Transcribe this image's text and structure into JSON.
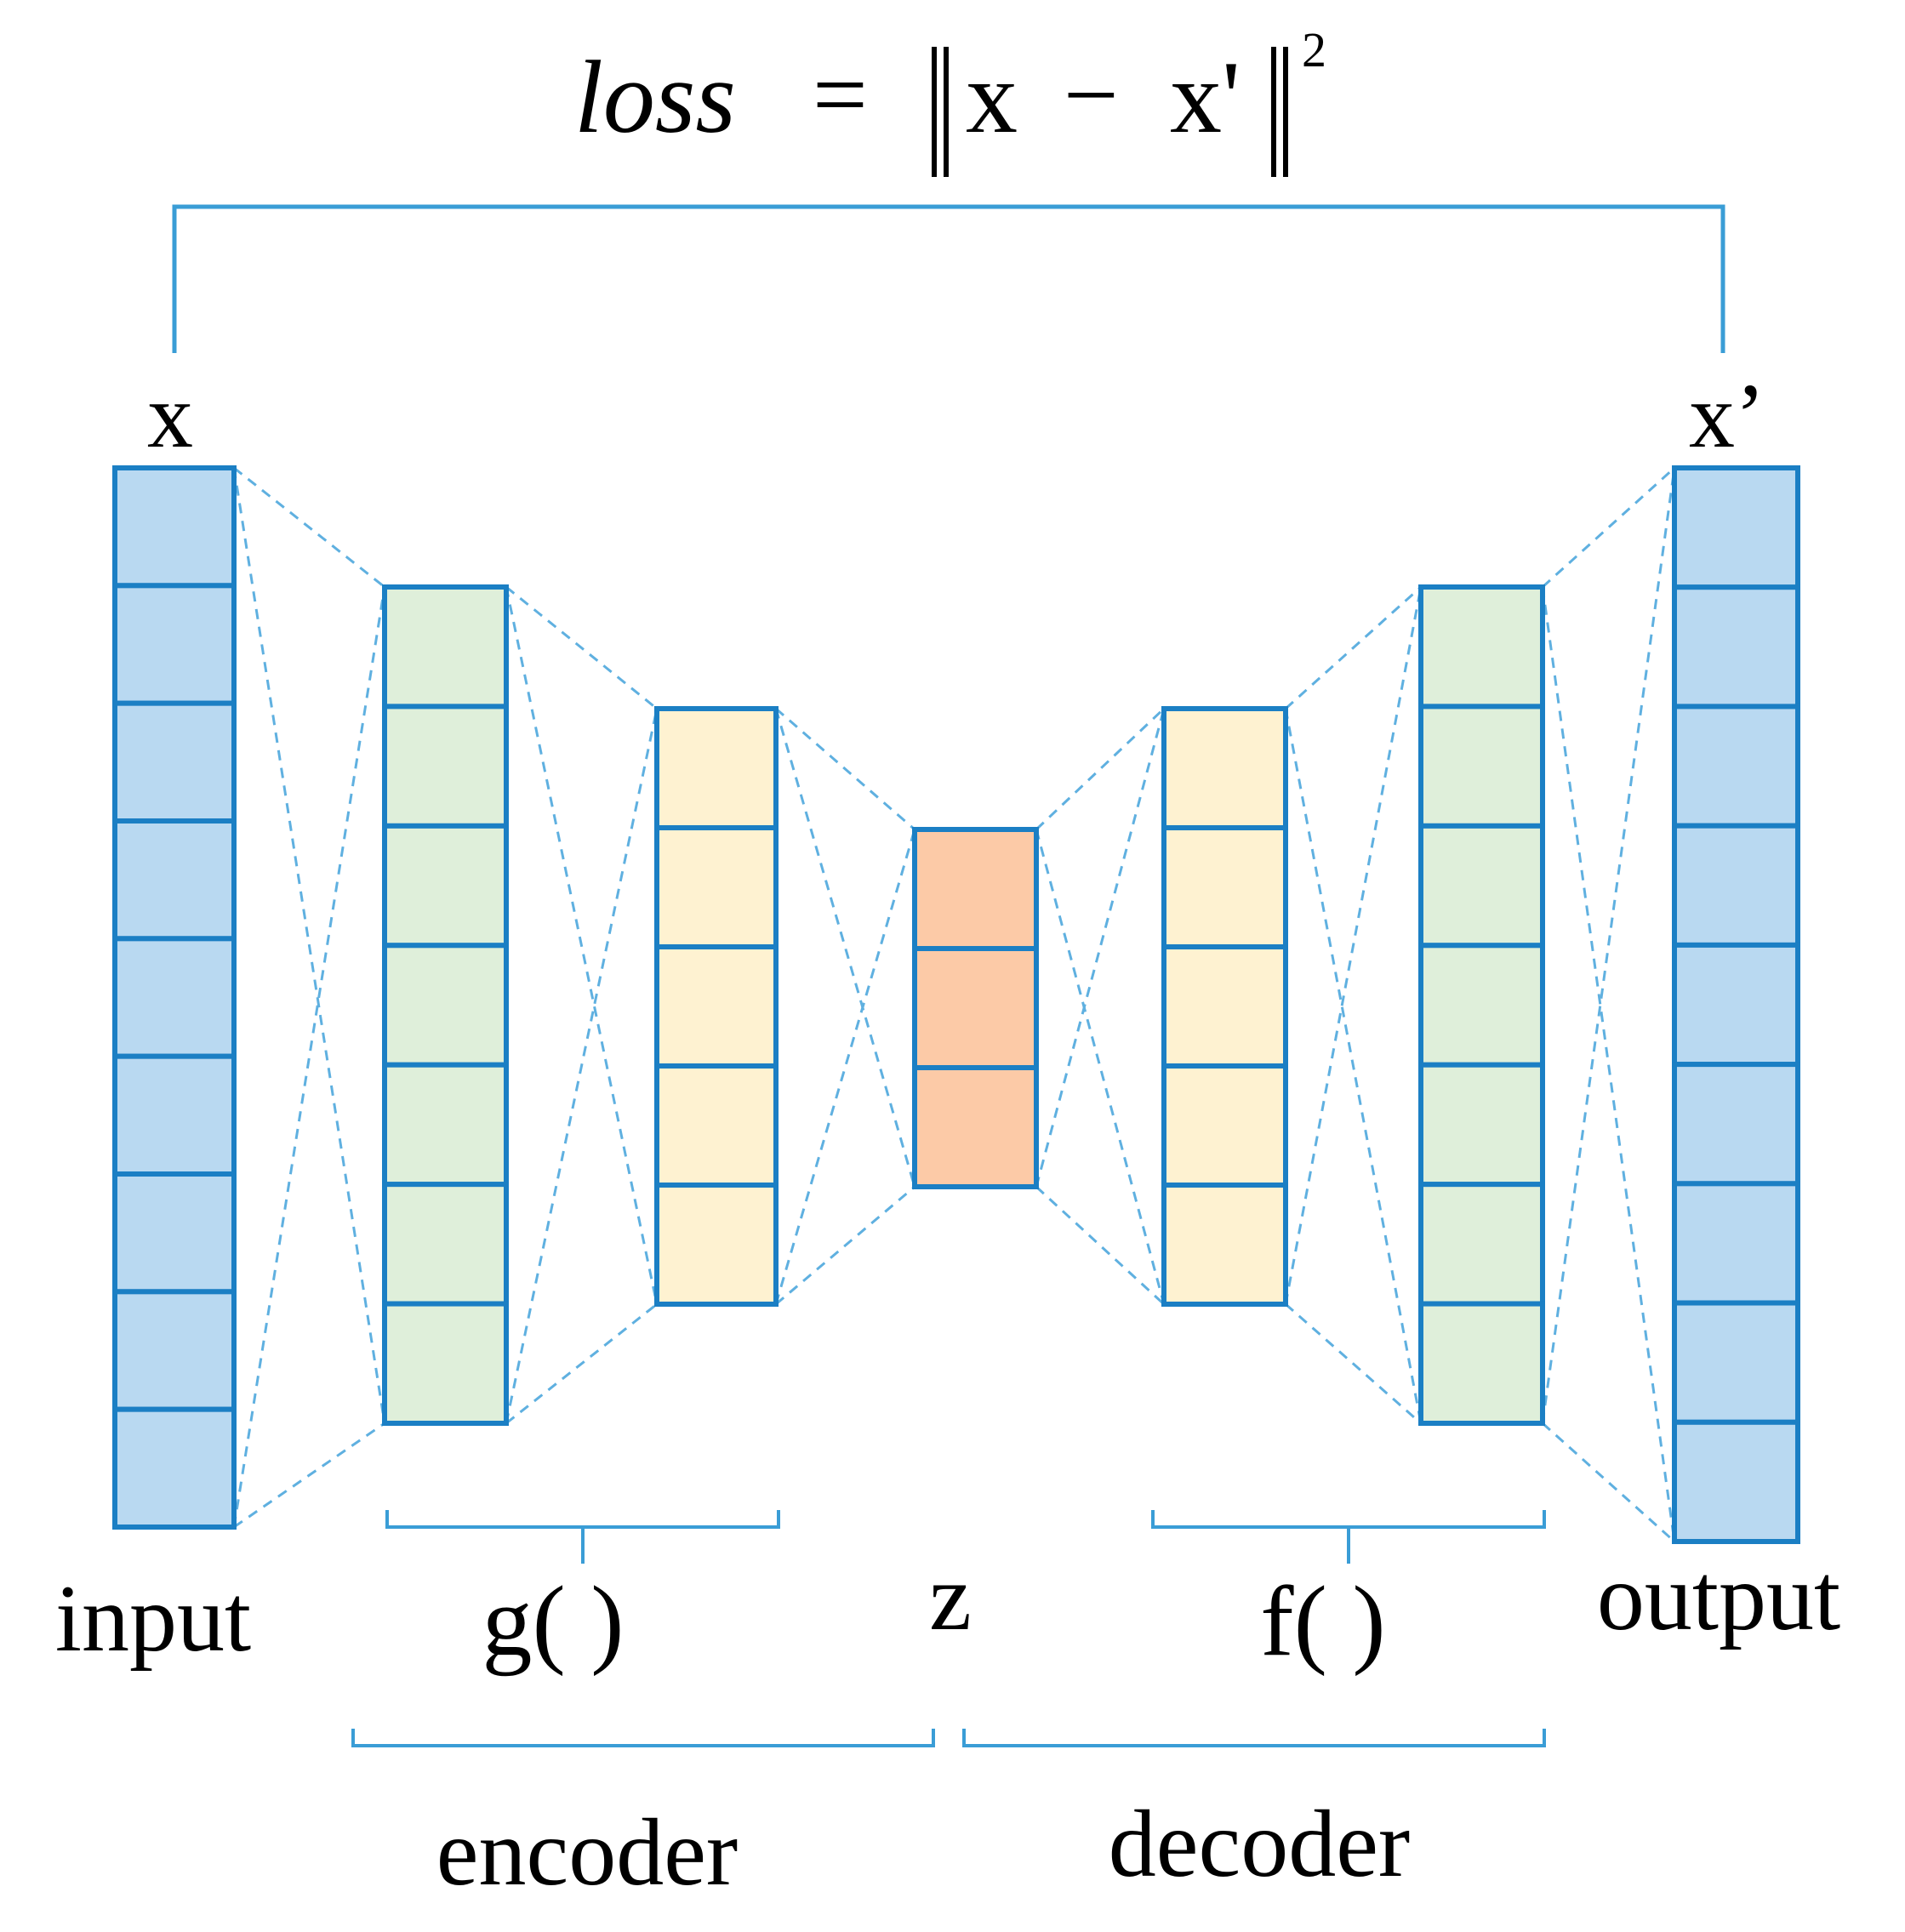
{
  "formula": {
    "loss_word": "loss",
    "equals": "=",
    "lhs_x": "x",
    "minus": "−",
    "rhs_x": "x'",
    "exponent": "2"
  },
  "labels": {
    "x": "x",
    "x_prime": "x’",
    "input": "input",
    "g": "g( )",
    "z": "z",
    "f": "f( )",
    "output": "output",
    "encoder": "encoder",
    "decoder": "decoder"
  },
  "layers": [
    {
      "name": "input-layer",
      "units": 9,
      "fill_color": "#b9d9f1"
    },
    {
      "name": "encoder-hidden-layer-1",
      "units": 7,
      "fill_color": "#dfefda"
    },
    {
      "name": "encoder-hidden-layer-2",
      "units": 5,
      "fill_color": "#fef2d1"
    },
    {
      "name": "latent-layer-z",
      "units": 3,
      "fill_color": "#fccaa7"
    },
    {
      "name": "decoder-hidden-layer-1",
      "units": 5,
      "fill_color": "#fef2d1"
    },
    {
      "name": "decoder-hidden-layer-2",
      "units": 7,
      "fill_color": "#dfefda"
    },
    {
      "name": "output-layer",
      "units": 9,
      "fill_color": "#b9d9f1"
    }
  ],
  "colors": {
    "box_stroke": "#1b7fc4",
    "bracket": "#3a9dd6",
    "dashed_connection": "#5fb0e0",
    "text": "#000000"
  }
}
